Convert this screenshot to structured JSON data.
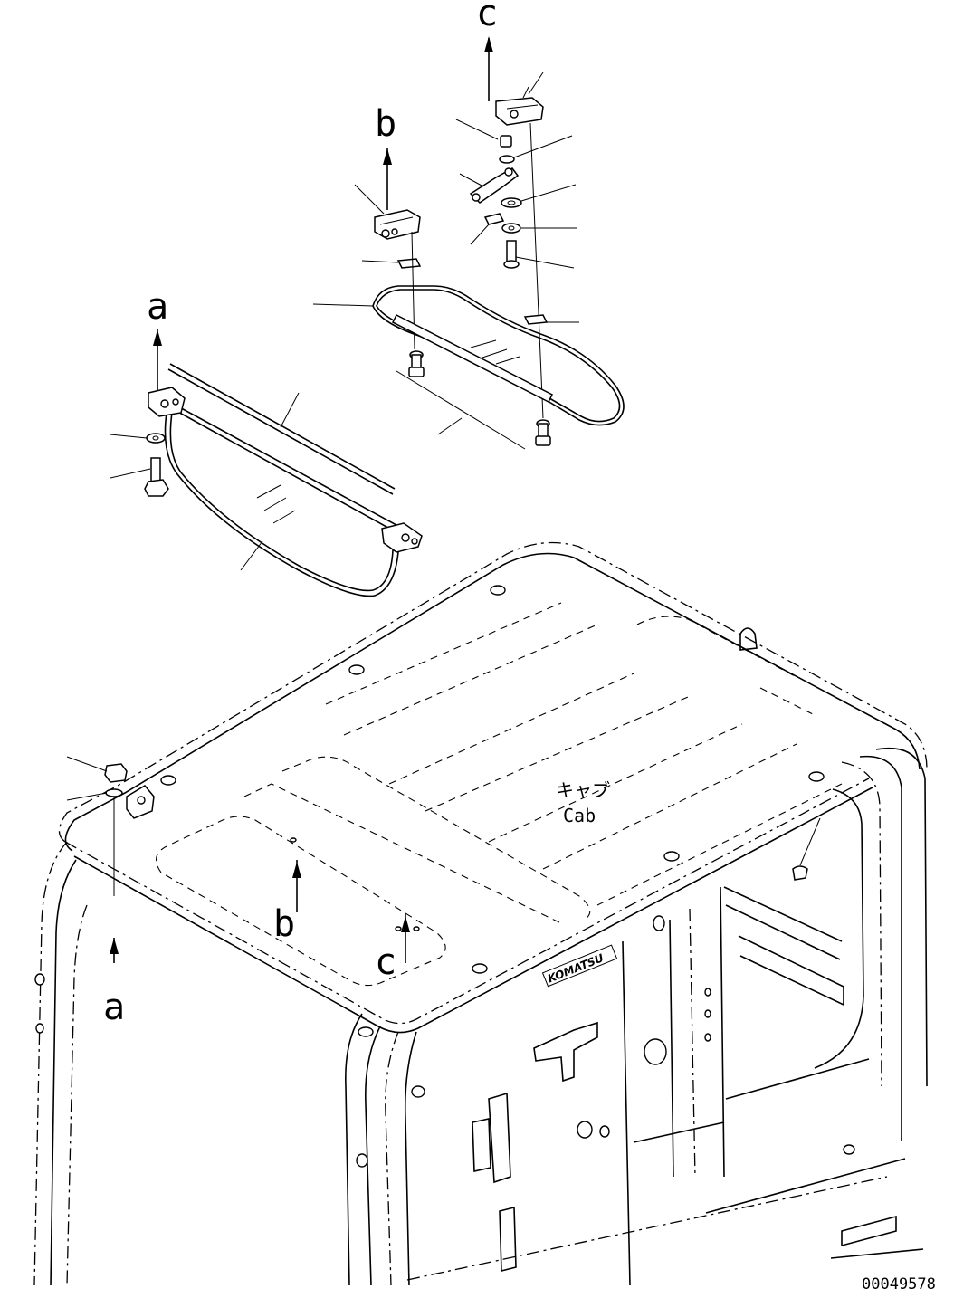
{
  "callouts": {
    "a": "a",
    "b": "b",
    "c": "c"
  },
  "cab_label": {
    "japanese": "キャブ",
    "english": "Cab"
  },
  "roof_logo": "KOMATSU",
  "drawing_number": "00049578"
}
